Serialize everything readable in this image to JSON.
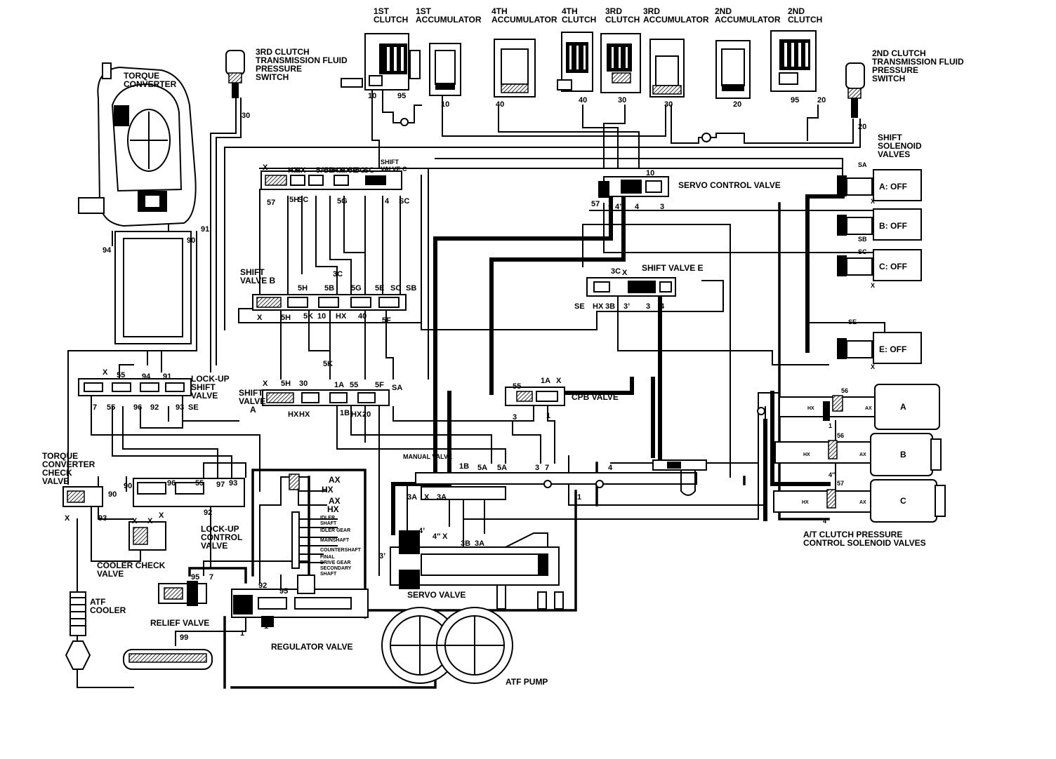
{
  "colors": {
    "ink": "#000000",
    "paper": "#ffffff"
  },
  "labels": {
    "first_clutch": [
      "1ST",
      "CLUTCH"
    ],
    "first_accumulator": [
      "1ST",
      "ACCUMULATOR"
    ],
    "fourth_accumulator": [
      "4TH",
      "ACCUMULATOR"
    ],
    "fourth_clutch": [
      "4TH",
      "CLUTCH"
    ],
    "third_clutch": [
      "3RD",
      "CLUTCH"
    ],
    "third_accumulator": [
      "3RD",
      "ACCUMULATOR"
    ],
    "second_accumulator": [
      "2ND",
      "ACCUMULATOR"
    ],
    "second_clutch": [
      "2ND",
      "CLUTCH"
    ],
    "third_clutch_pressure_switch": [
      "3RD CLUTCH",
      "TRANSMISSION FLUID",
      "PRESSURE",
      "SWITCH"
    ],
    "second_clutch_pressure_switch": [
      "2ND CLUTCH",
      "TRANSMISSION FLUID",
      "PRESSURE",
      "SWITCH"
    ],
    "torque_converter": [
      "TORQUE",
      "CONVERTER"
    ],
    "shift_solenoid_valves": [
      "SHIFT",
      "SOLENOID",
      "VALVES"
    ],
    "servo_control_valve": "SERVO CONTROL VALVE",
    "shift_valve_c": [
      "SHIFT",
      "VALVE C"
    ],
    "shift_valve_b": [
      "SHIFT",
      "VALVE B"
    ],
    "shift_valve_e": "SHIFT VALVE E",
    "shift_valve_a": [
      "SHIFT",
      "VALVE",
      "A"
    ],
    "lock_up_shift_valve": [
      "LOCK-UP",
      "SHIFT",
      "VALVE"
    ],
    "cpb_valve": "CPB VALVE",
    "manual_valve": "MANUAL VALVE",
    "torque_converter_check_valve": [
      "TORQUE",
      "CONVERTER",
      "CHECK",
      "VALVE"
    ],
    "lock_up_control_valve": [
      "LOCK-UP",
      "CONTROL",
      "VALVE"
    ],
    "cooler_check_valve": [
      "COOLER CHECK",
      "VALVE"
    ],
    "atf_cooler": [
      "ATF",
      "COOLER"
    ],
    "relief_valve": "RELIEF VALVE",
    "regulator_valve": "REGULATOR VALVE",
    "servo_valve": "SERVO VALVE",
    "atf_pump": "ATF PUMP",
    "at_clutch_pressure_solenoids": [
      "A/T CLUTCH PRESSURE",
      "CONTROL SOLENOID VALVES"
    ],
    "regulator_inputs": [
      "IDLER",
      "SHAFT",
      "IDLER GEAR",
      "MAINSHAFT",
      "COUNTERSHAFT",
      "FINAL",
      "DRIVE GEAR",
      "SECONDARY",
      "SHAFT"
    ],
    "ax": "AX",
    "hx": "HX",
    "x": "X"
  },
  "solenoids": [
    {
      "label": "A: OFF",
      "port": "SA"
    },
    {
      "label": "B: OFF",
      "port": "SB"
    },
    {
      "label": "C: OFF",
      "port": "SC"
    },
    {
      "label": "E: OFF",
      "port": "SE"
    }
  ],
  "pressure_solenoids": [
    {
      "label": "A",
      "port": "56",
      "out": "1"
    },
    {
      "label": "B",
      "port": "56",
      "out": "4″"
    },
    {
      "label": "C",
      "port": "57",
      "out": "4"
    }
  ],
  "port_numbers": {
    "first_clutch": [
      "10",
      "95"
    ],
    "first_accumulator": "10",
    "fourth_accumulator": "40",
    "fourth_clutch": "40",
    "third_clutch": "30",
    "third_accumulator": "30",
    "second_accumulator": "20",
    "second_clutch": [
      "95",
      "20"
    ],
    "third_switch": "30",
    "second_switch": "20",
    "torque_converter": [
      "91",
      "94",
      "90"
    ],
    "shift_valve_c_top": [
      "X",
      "HX",
      "HX",
      "5A",
      "5B",
      "HX",
      "HX",
      "5E",
      "5G",
      "SC"
    ],
    "shift_valve_c_bottom": [
      "57",
      "5H",
      "SC",
      "5G",
      "4",
      "SC"
    ],
    "servo_control": [
      "10",
      "57",
      "X",
      "4’",
      "4",
      "3"
    ],
    "shift_valve_b_top": [
      "5H",
      "5B",
      "3C",
      "5G",
      "5E",
      "SC",
      "SB"
    ],
    "shift_valve_b_bottom": [
      "X",
      "5H",
      "5K",
      "10",
      "HX",
      "40",
      "5F"
    ],
    "shift_valve_e": [
      "3C",
      "X",
      "SE",
      "HX",
      "3B",
      "3’",
      "3",
      "4"
    ],
    "lock_up_shift": [
      "X",
      "55",
      "94",
      "91",
      "7",
      "55",
      "96",
      "92",
      "93",
      "SE"
    ],
    "shift_valve_a": [
      "5K",
      "X",
      "5H",
      "30",
      "1A",
      "55",
      "5F",
      "SA",
      "HX",
      "HX",
      "1B",
      "HX",
      "20"
    ],
    "cpb": [
      "55",
      "1A",
      "X",
      "3",
      "1"
    ],
    "manual": [
      "1B",
      "5A",
      "5A",
      "3",
      "7",
      "4",
      "3A",
      "X",
      "3A",
      "1"
    ],
    "tc_check": [
      "90",
      "X",
      "93"
    ],
    "lock_up_control": [
      "90",
      "96",
      "55",
      "97",
      "93",
      "X",
      "X",
      "X",
      "92"
    ],
    "relief": [
      "95",
      "7"
    ],
    "regulator": [
      "92",
      "95",
      "1",
      "1",
      "99"
    ],
    "servo": [
      "4’",
      "4″",
      "X",
      "3B",
      "3A",
      "3’"
    ]
  }
}
